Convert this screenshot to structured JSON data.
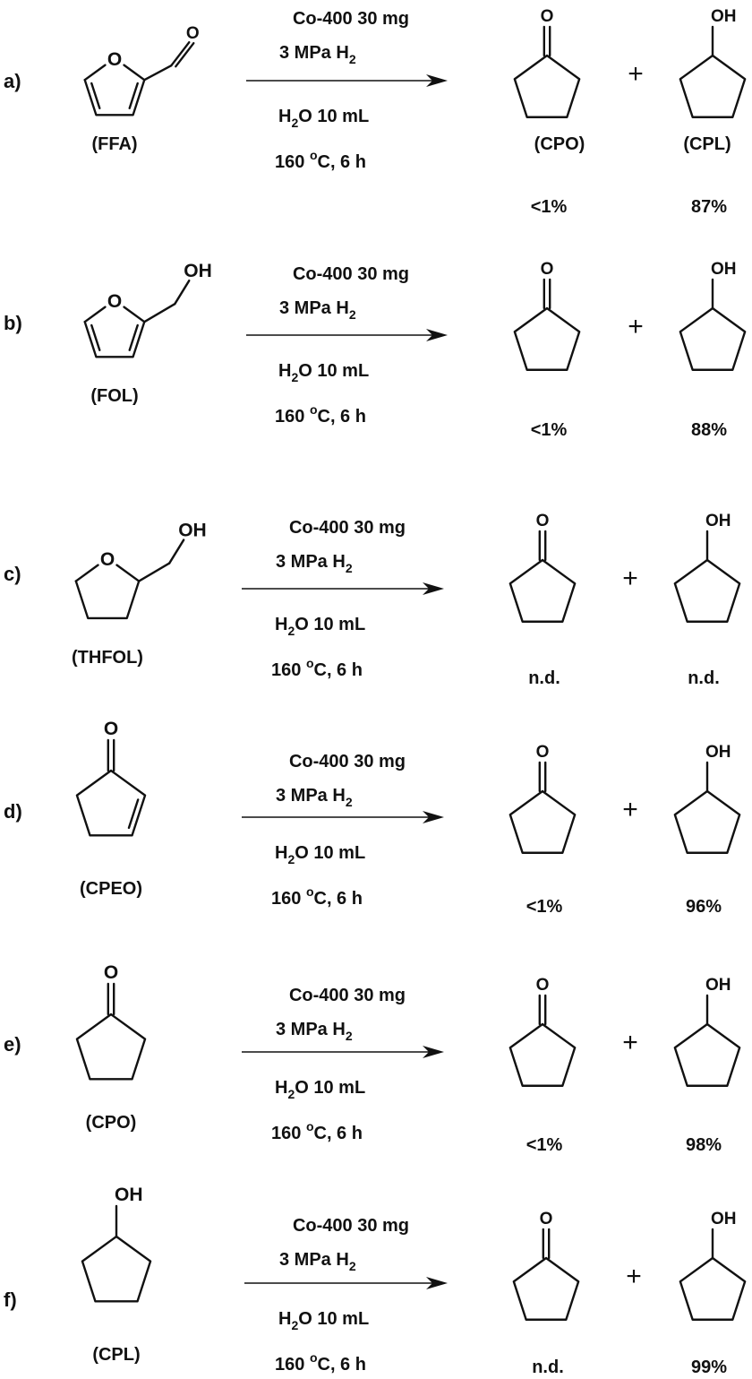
{
  "conditions": {
    "catalyst": "Co-400 30 mg",
    "pressure": "3 MPa H",
    "pressure_sub": "2",
    "solvent_main": "H",
    "solvent_sub": "2",
    "solvent_rest": "O 10 mL",
    "temperature": "160 ",
    "temperature_sup": "o",
    "temperature_rest": "C, 6 h"
  },
  "atoms": {
    "oxygen": "O",
    "hydroxyl": "OH"
  },
  "plus_sign": "+",
  "product_names": {
    "ketone": "(CPO)",
    "alcohol": "(CPL)"
  },
  "reactions": [
    {
      "label": "a)",
      "substrate_name": "(FFA)",
      "substrate": "furfural",
      "ketone_yield": "<1%",
      "alcohol_yield": "87%"
    },
    {
      "label": "b)",
      "substrate_name": "(FOL)",
      "substrate": "furfuryl-alcohol",
      "ketone_yield": "<1%",
      "alcohol_yield": "88%"
    },
    {
      "label": "c)",
      "substrate_name": "(THFOL)",
      "substrate": "tetrahydrofurfuryl-alcohol",
      "ketone_yield": "n.d.",
      "alcohol_yield": "n.d."
    },
    {
      "label": "d)",
      "substrate_name": "(CPEO)",
      "substrate": "cyclopentenone",
      "ketone_yield": "<1%",
      "alcohol_yield": "96%"
    },
    {
      "label": "e)",
      "substrate_name": "(CPO)",
      "substrate": "cyclopentanone",
      "ketone_yield": "<1%",
      "alcohol_yield": "98%"
    },
    {
      "label": "f)",
      "substrate_name": "(CPL)",
      "substrate": "cyclopentanol",
      "ketone_yield": "n.d.",
      "alcohol_yield": "99%"
    }
  ]
}
